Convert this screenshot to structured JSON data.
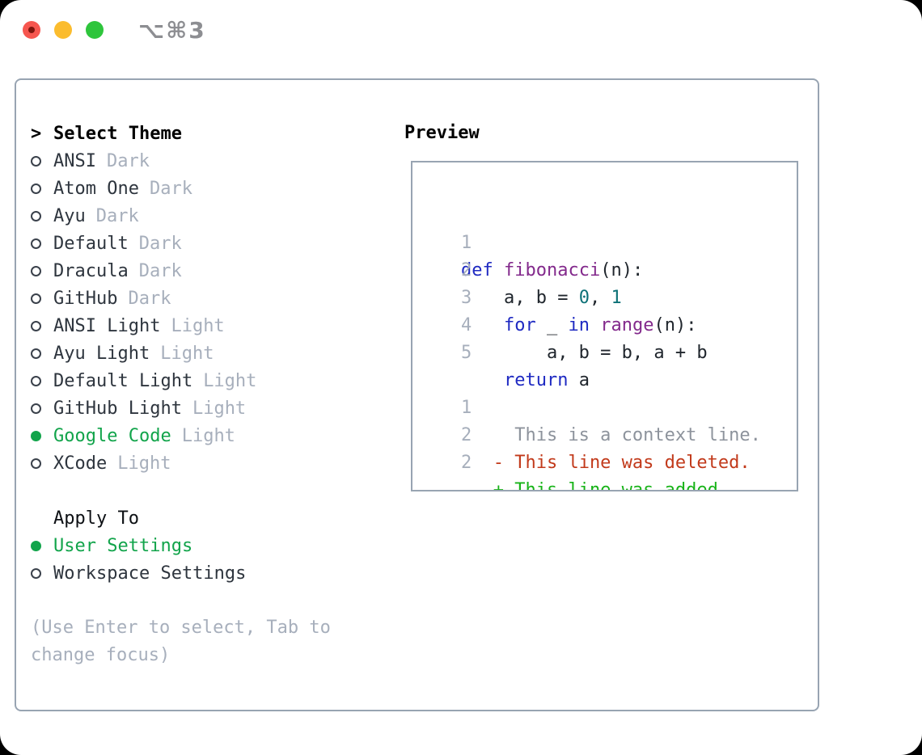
{
  "window": {
    "title": "⌥⌘3"
  },
  "colors": {
    "accent_green": "#12a44b",
    "diff_add_green": "#17b317",
    "diff_del_red": "#c23a1b",
    "keyword_blue": "#1f2ac2",
    "function_purple": "#832a8c",
    "number_teal": "#0d7177",
    "muted_gray": "#a7afbc",
    "context_gray": "#8d939c",
    "text_dark": "#2e353e",
    "border_gray": "#98a4b2",
    "titlebar_red": "#f6564f",
    "titlebar_yellow": "#fbbc2e",
    "titlebar_green": "#2ec53c",
    "title_gray": "#8d8e92"
  },
  "left_panel": {
    "prompt": ">",
    "title": "Select Theme",
    "themes": [
      {
        "name": "ANSI",
        "variant": "Dark",
        "selected": false
      },
      {
        "name": "Atom One",
        "variant": "Dark",
        "selected": false
      },
      {
        "name": "Ayu",
        "variant": "Dark",
        "selected": false
      },
      {
        "name": "Default",
        "variant": "Dark",
        "selected": false
      },
      {
        "name": "Dracula",
        "variant": "Dark",
        "selected": false
      },
      {
        "name": "GitHub",
        "variant": "Dark",
        "selected": false
      },
      {
        "name": "ANSI Light",
        "variant": "Light",
        "selected": false
      },
      {
        "name": "Ayu Light",
        "variant": "Light",
        "selected": false
      },
      {
        "name": "Default Light",
        "variant": "Light",
        "selected": false
      },
      {
        "name": "GitHub Light",
        "variant": "Light",
        "selected": false
      },
      {
        "name": "Google Code",
        "variant": "Light",
        "selected": true
      },
      {
        "name": "XCode",
        "variant": "Light",
        "selected": false
      }
    ],
    "apply_to": {
      "label": "Apply To",
      "options": [
        {
          "name": "User Settings",
          "selected": true
        },
        {
          "name": "Workspace Settings",
          "selected": false
        }
      ]
    },
    "help": "(Use Enter to select, Tab to change focus)"
  },
  "preview": {
    "title": "Preview",
    "lines": [
      {
        "num": "1",
        "segments": [
          {
            "t": "def",
            "c": "kw"
          },
          {
            "t": " ",
            "c": "plain"
          },
          {
            "t": "fibonacci",
            "c": "fn"
          },
          {
            "t": "(n):",
            "c": "plain"
          }
        ]
      },
      {
        "num": "2",
        "segments": [
          {
            "t": "    a, b = ",
            "c": "plain"
          },
          {
            "t": "0",
            "c": "num"
          },
          {
            "t": ", ",
            "c": "plain"
          },
          {
            "t": "1",
            "c": "num"
          }
        ]
      },
      {
        "num": "3",
        "segments": [
          {
            "t": "    ",
            "c": "plain"
          },
          {
            "t": "for",
            "c": "kw"
          },
          {
            "t": " _ ",
            "c": "plain"
          },
          {
            "t": "in",
            "c": "kw"
          },
          {
            "t": " ",
            "c": "plain"
          },
          {
            "t": "range",
            "c": "fn"
          },
          {
            "t": "(n):",
            "c": "plain"
          }
        ]
      },
      {
        "num": "4",
        "segments": [
          {
            "t": "        a, b = b, a + b",
            "c": "plain"
          }
        ]
      },
      {
        "num": "5",
        "segments": [
          {
            "t": "    ",
            "c": "plain"
          },
          {
            "t": "return",
            "c": "kw"
          },
          {
            "t": " a",
            "c": "plain"
          }
        ]
      },
      {
        "blank": true
      },
      {
        "num": "1",
        "segments": [
          {
            "t": "     This is a context line.",
            "c": "ctx"
          }
        ]
      },
      {
        "num": "2",
        "segments": [
          {
            "t": "   ",
            "c": "plain"
          },
          {
            "t": "- This line was deleted.",
            "c": "del"
          }
        ]
      },
      {
        "num": "2",
        "segments": [
          {
            "t": "   ",
            "c": "plain"
          },
          {
            "t": "+ This line was added.",
            "c": "add"
          }
        ]
      }
    ]
  }
}
